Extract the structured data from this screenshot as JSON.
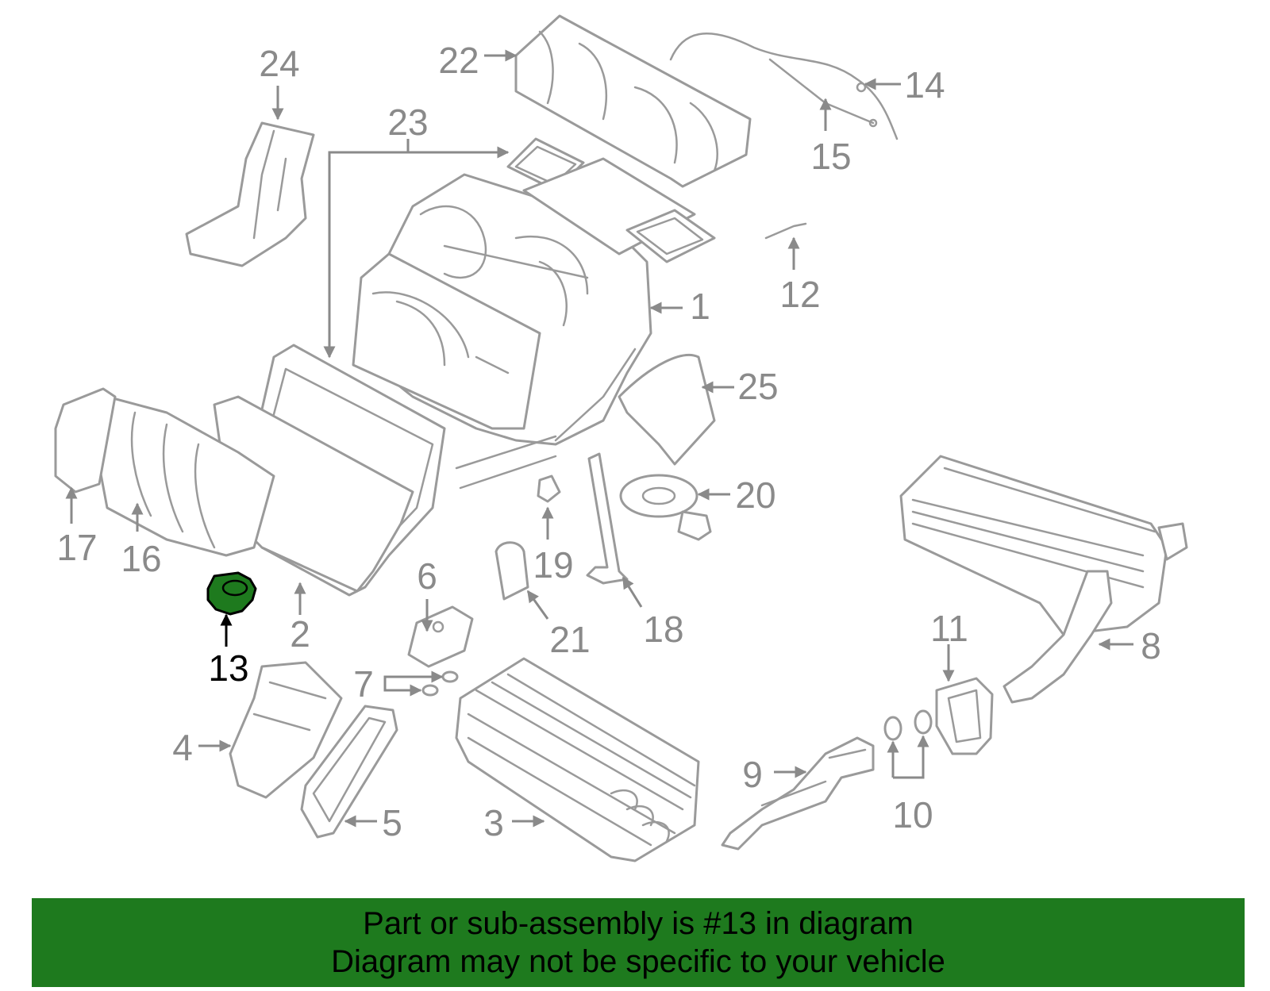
{
  "diagram": {
    "highlight_color": "#1e7a1e",
    "callouts": [
      "1",
      "2",
      "3",
      "4",
      "5",
      "6",
      "7",
      "8",
      "9",
      "10",
      "11",
      "12",
      "13",
      "14",
      "15",
      "16",
      "17",
      "18",
      "19",
      "20",
      "21",
      "22",
      "23",
      "24",
      "25"
    ]
  },
  "banner": {
    "line1": "Part or sub-assembly is #13 in diagram",
    "line2": "Diagram may not be specific to your vehicle",
    "background": "#1e7a1e"
  }
}
